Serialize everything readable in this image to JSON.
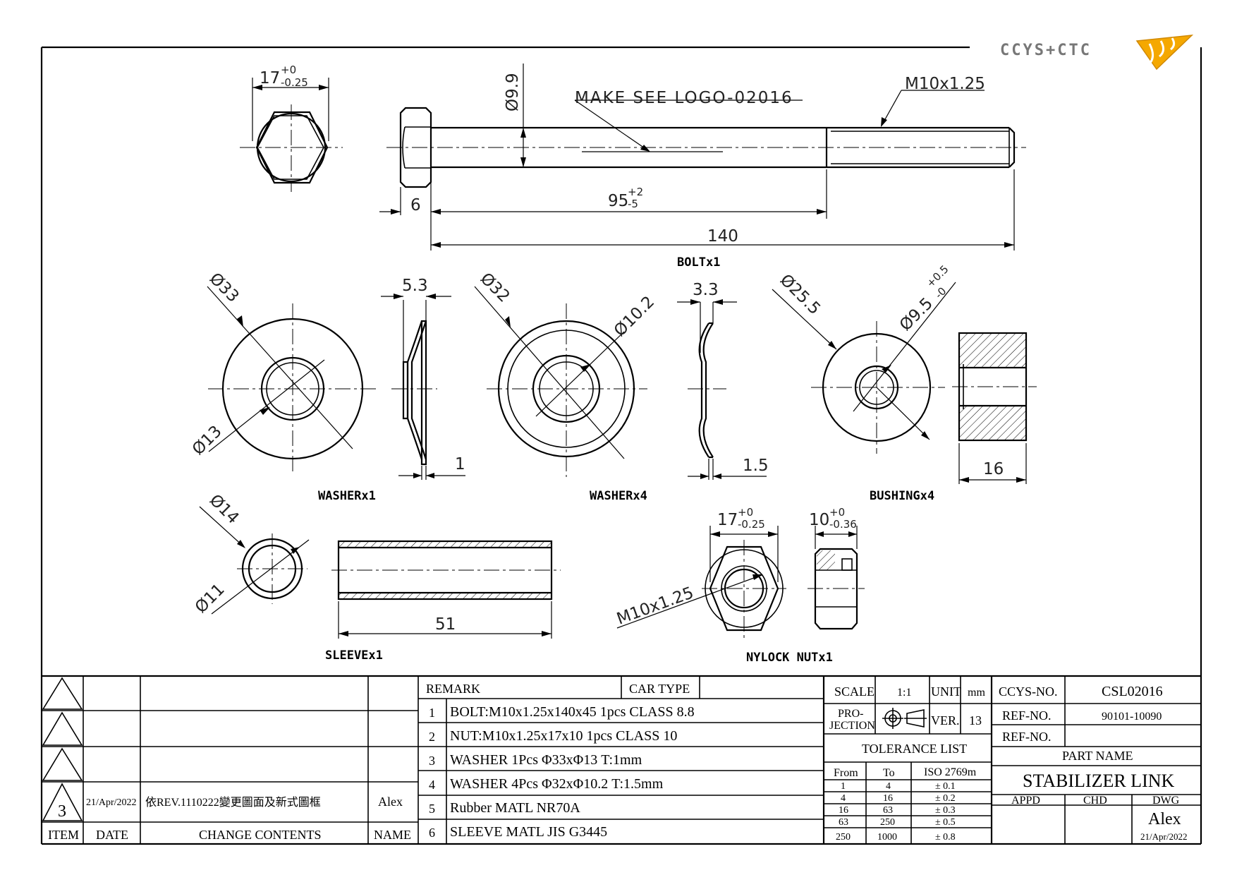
{
  "logo": {
    "text": "CCYS+CTC",
    "accent": "#f5a800"
  },
  "drawing": {
    "bolt": {
      "hex_across_flats": "17",
      "hex_tol_upper": "+0",
      "hex_tol_lower": "-0.25",
      "shank_dia": "Ø9.9",
      "marking_note": "MAKE SEE LOGO-02016",
      "thread": "M10x1.25",
      "head_height": "6",
      "shank_length": "95",
      "shank_tol_upper": "+2",
      "shank_tol_lower": "-5",
      "length": "140",
      "label": "BOLTx1"
    },
    "washer1": {
      "outer_dia": "Ø33",
      "inner_dia": "Ø13",
      "height": "5.3",
      "thickness": "1",
      "label": "WASHERx1"
    },
    "washer4": {
      "outer_dia": "Ø32",
      "inner_dia": "Ø10.2",
      "height": "3.3",
      "thickness": "1.5",
      "label": "WASHERx4"
    },
    "bushing": {
      "outer_dia": "Ø25.5",
      "inner_dia": "Ø9.5",
      "inner_tol_upper": "+0.5",
      "inner_tol_lower": "-0",
      "length": "16",
      "label": "BUSHINGx4"
    },
    "sleeve": {
      "outer_dia": "Ø14",
      "inner_dia": "Ø11",
      "length": "51",
      "label": "SLEEVEx1"
    },
    "nut": {
      "across_flats": "17",
      "af_tol_upper": "+0",
      "af_tol_lower": "-0.25",
      "thickness": "10",
      "th_tol_upper": "+0",
      "th_tol_lower": "-0.36",
      "thread": "M10x1.25",
      "label": "NYLOCK NUTx1"
    }
  },
  "revision": {
    "rows": [
      {
        "item": "",
        "date": "",
        "content": "",
        "name": ""
      },
      {
        "item": "",
        "date": "",
        "content": "",
        "name": ""
      },
      {
        "item": "",
        "date": "",
        "content": "",
        "name": ""
      },
      {
        "item": "3",
        "date": "21/Apr/2022",
        "content": "依REV.1110222變更圖面及新式圖框",
        "name": "Alex"
      }
    ],
    "headers": {
      "item": "ITEM",
      "date": "DATE",
      "content": "CHANGE CONTENTS",
      "name": "NAME"
    }
  },
  "remarks": {
    "header": "REMARK",
    "car_type_label": "CAR TYPE",
    "car_type_value": "",
    "items": [
      {
        "no": "1",
        "text": "BOLT:M10x1.25x140x45 1pcs CLASS 8.8"
      },
      {
        "no": "2",
        "text": "NUT:M10x1.25x17x10 1pcs CLASS 10"
      },
      {
        "no": "3",
        "text": "WASHER 1Pcs Φ33xΦ13 T:1mm"
      },
      {
        "no": "4",
        "text": "WASHER 4Pcs Φ32xΦ10.2 T:1.5mm"
      },
      {
        "no": "5",
        "text": "Rubber MATL NR70A"
      },
      {
        "no": "6",
        "text": "SLEEVE MATL JIS G3445"
      }
    ]
  },
  "title_block": {
    "scale_label": "SCALE",
    "scale_value": "1:1",
    "unit_label": "UNIT",
    "unit_value": "mm",
    "projection_label_1": "PRO-",
    "projection_label_2": "JECTION",
    "ver_label": "VER.",
    "ver_value": "13",
    "tolerance_title": "TOLERANCE LIST",
    "tol_headers": {
      "from": "From",
      "to": "To",
      "std": "ISO 2769m"
    },
    "tolerances": [
      {
        "from": "1",
        "to": "4",
        "tol": "± 0.1"
      },
      {
        "from": "4",
        "to": "16",
        "tol": "± 0.2"
      },
      {
        "from": "16",
        "to": "63",
        "tol": "± 0.3"
      },
      {
        "from": "63",
        "to": "250",
        "tol": "± 0.5"
      },
      {
        "from": "250",
        "to": "1000",
        "tol": "± 0.8"
      }
    ],
    "ccys_no_label": "CCYS-NO.",
    "ccys_no_value": "CSL02016",
    "ref_no_label": "REF-NO.",
    "ref_no_value": "90101-10090",
    "ref_no2_label": "REF-NO.",
    "ref_no2_value": "",
    "part_name_label": "PART NAME",
    "part_name_value": "STABILIZER LINK",
    "appd_label": "APPD",
    "chd_label": "CHD",
    "dwg_label": "DWG",
    "dwg_name": "Alex",
    "dwg_date": "21/Apr/2022"
  }
}
